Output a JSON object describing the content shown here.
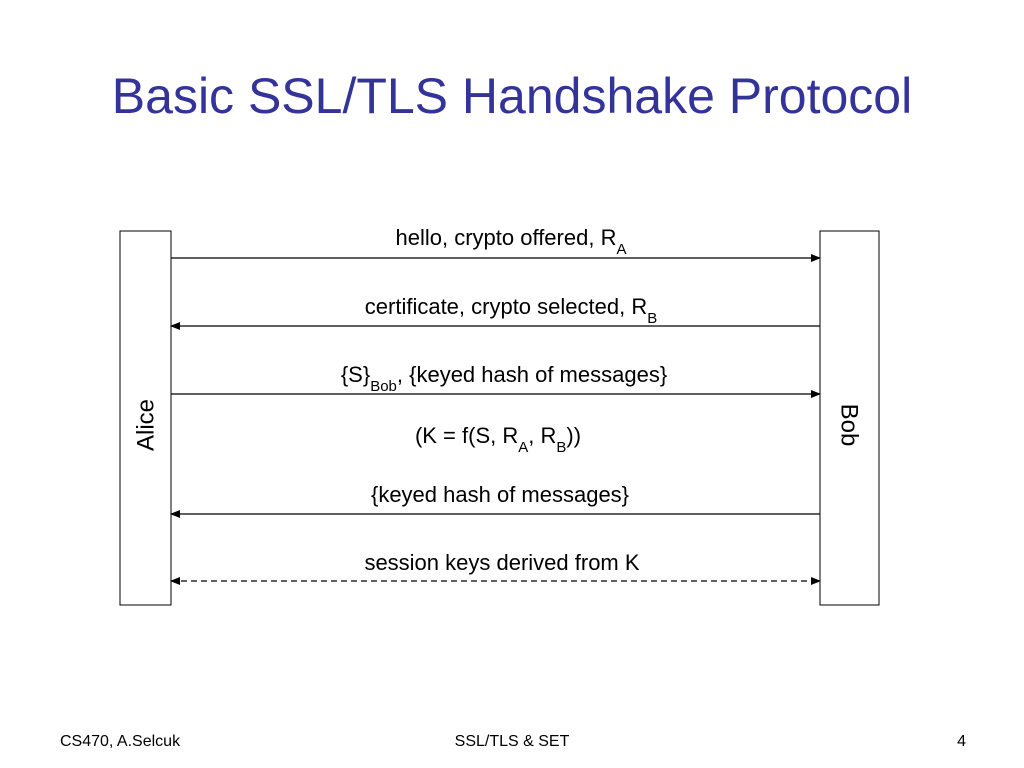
{
  "slide": {
    "title": "Basic SSL/TLS Handshake Protocol"
  },
  "participants": {
    "left": "Alice",
    "right": "Bob"
  },
  "messages": [
    {
      "text": "hello, crypto offered, R",
      "sub": "A",
      "direction": "alice-to-bob",
      "style": "solid"
    },
    {
      "text": "certificate, crypto selected, R",
      "sub": "B",
      "direction": "bob-to-alice",
      "style": "solid"
    },
    {
      "pre": "{S}",
      "sub": "Bob",
      "post": ", {keyed hash of messages}",
      "direction": "alice-to-bob",
      "style": "solid"
    },
    {
      "text": "{keyed hash of messages}",
      "direction": "bob-to-alice",
      "style": "solid"
    },
    {
      "text": "session keys derived from K",
      "direction": "both",
      "style": "dashed"
    }
  ],
  "note": {
    "p1": "(K = f(S, R",
    "s1": "A",
    "p2": ", R",
    "s2": "B",
    "p3": "))"
  },
  "footer": {
    "left": "CS470, A.Selcuk",
    "center": "SSL/TLS & SET",
    "right": "4"
  },
  "colors": {
    "title": "#333399",
    "lines": "#000000",
    "background": "#ffffff"
  }
}
